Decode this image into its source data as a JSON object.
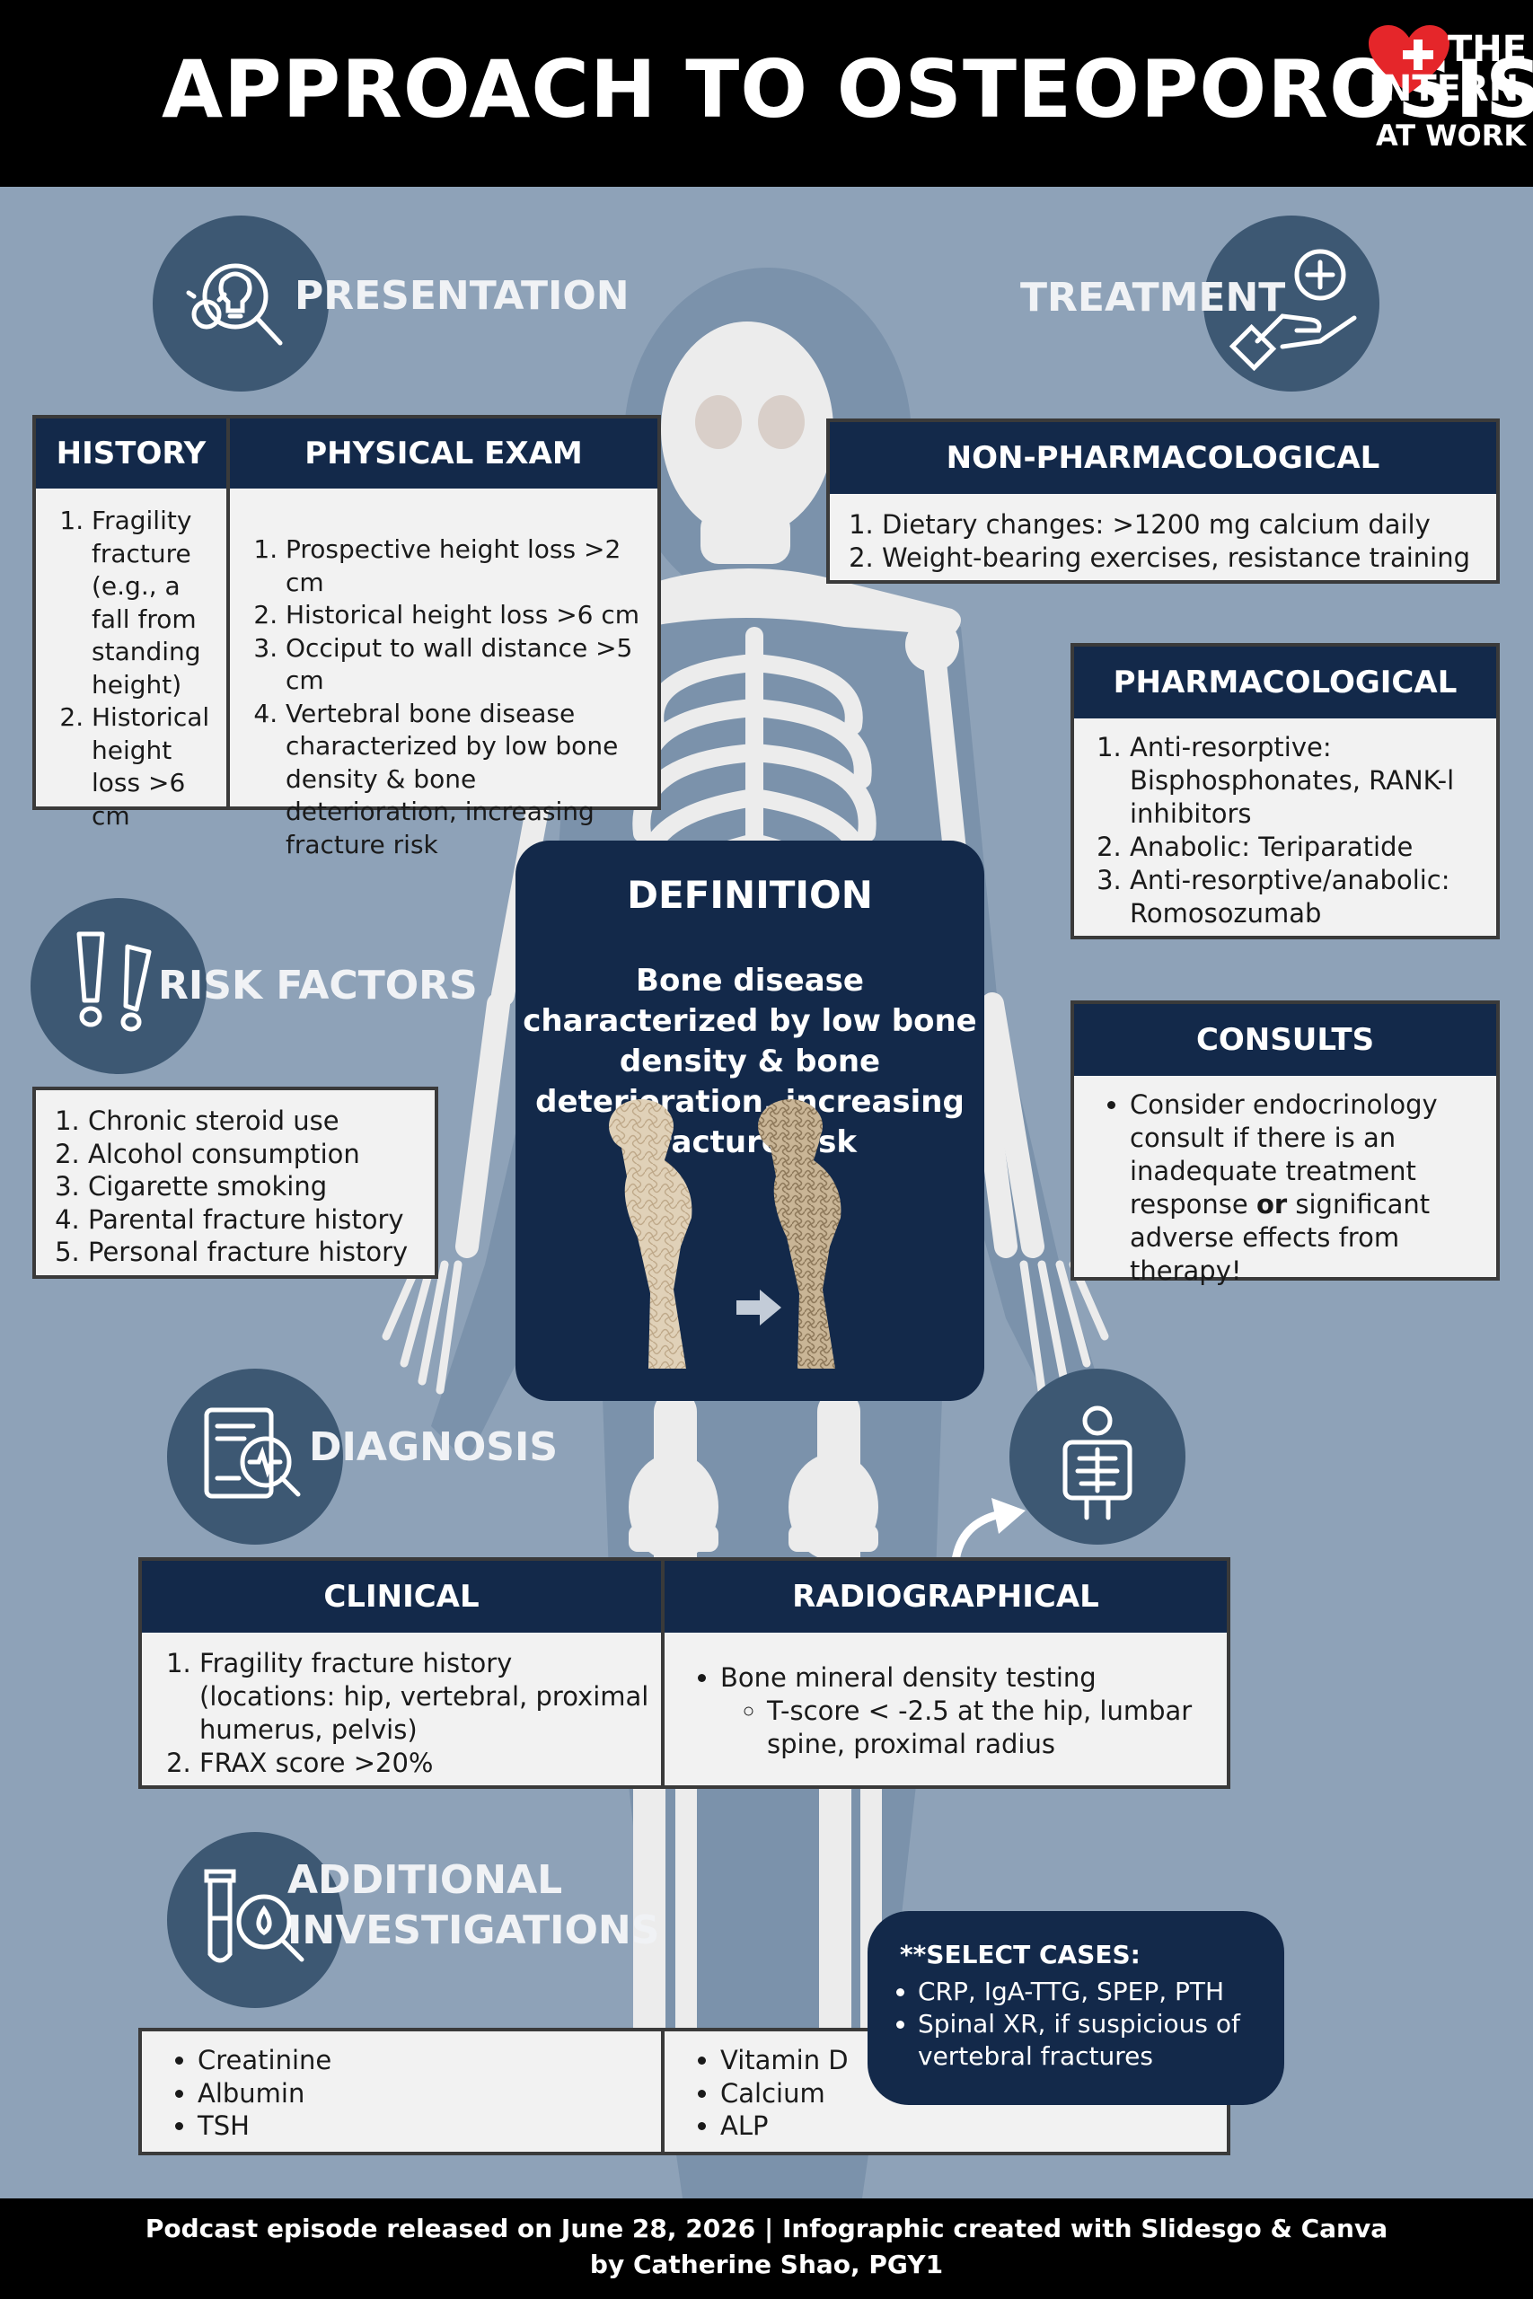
{
  "header": {
    "title": "APPROACH TO OSTEOPOROSIS",
    "logo": {
      "line1": "THE",
      "line2": "INTERN",
      "line3": "AT WORK"
    }
  },
  "presentation": {
    "title": "PRESENTATION",
    "history": {
      "heading": "HISTORY",
      "items": [
        "Fragility fracture (e.g., a fall from standing height)",
        "Historical height loss >6 cm"
      ]
    },
    "physical_exam": {
      "heading": "PHYSICAL EXAM",
      "items": [
        "Prospective height loss >2 cm",
        "Historical height loss >6 cm",
        "Occiput to wall distance >5 cm",
        "Vertebral bone disease characterized by low bone density & bone deterioration, increasing fracture risk"
      ]
    }
  },
  "treatment": {
    "title": "TREATMENT",
    "non_pharm": {
      "heading": "NON-PHARMACOLOGICAL",
      "items": [
        "Dietary changes: >1200 mg calcium daily",
        "Weight-bearing exercises, resistance training"
      ]
    },
    "pharm": {
      "heading": "PHARMACOLOGICAL",
      "items": [
        "Anti-resorptive: Bisphosphonates, RANK-l inhibitors",
        "Anabolic: Teriparatide",
        "Anti-resorptive/anabolic: Romosozumab"
      ]
    },
    "consults": {
      "heading": "CONSULTS",
      "text_before": "Consider endocrinology consult if there is an inadequate treatment response ",
      "text_bold": "or",
      "text_after": " significant adverse effects from therapy!"
    }
  },
  "definition": {
    "title": "DEFINITION",
    "text": "Bone disease characterized by low bone density & bone deterioration, increasing fracture risk"
  },
  "risk_factors": {
    "title": "RISK FACTORS",
    "items": [
      "Chronic steroid use",
      "Alcohol consumption",
      "Cigarette smoking",
      "Parental fracture history",
      "Personal fracture history"
    ]
  },
  "diagnosis": {
    "title": "DIAGNOSIS",
    "clinical": {
      "heading": "CLINICAL",
      "items": [
        "Fragility fracture history (locations: hip, vertebral, proximal humerus, pelvis)",
        "FRAX score >20%"
      ]
    },
    "radiographical": {
      "heading": "RADIOGRAPHICAL",
      "item": "Bone mineral density testing",
      "subitem": "T-score < -2.5 at the hip, lumbar spine, proximal radius"
    }
  },
  "additional": {
    "title_line1": "ADDITIONAL",
    "title_line2": "INVESTIGATIONS",
    "left_items": [
      "Creatinine",
      "Albumin",
      "TSH"
    ],
    "right_items": [
      "Vitamin D",
      "Calcium",
      "ALP"
    ],
    "select_cases": {
      "heading": "**SELECT CASES:",
      "items": [
        "CRP, IgA-TTG, SPEP, PTH",
        "Spinal XR, if suspicious of vertebral fractures"
      ]
    }
  },
  "footer": {
    "line1": "Podcast episode released on June 28, 2026 | Infographic created with Slidesgo & Canva",
    "line2": "by Catherine Shao, PGY1"
  },
  "colors": {
    "navy": "#13294a",
    "background": "#8ea2b8",
    "circle": "#3d5873",
    "logo_heart": "#e5262a"
  }
}
